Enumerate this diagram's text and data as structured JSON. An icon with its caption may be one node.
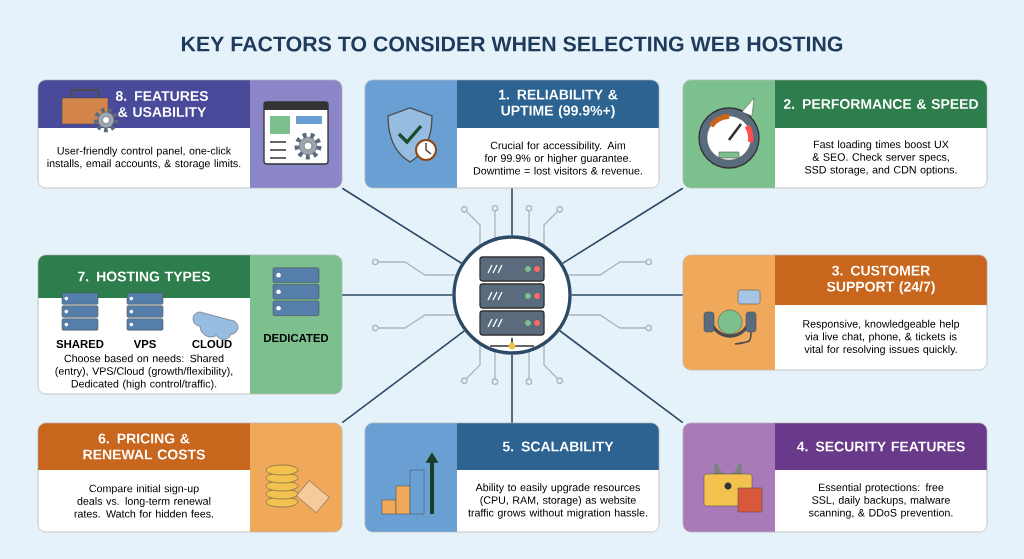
{
  "diagram": {
    "title": "KEY FACTORS TO CONSIDER WHEN SELECTING WEB HOSTING",
    "nodes": [
      {
        "text": [
          "8. FEATURES & USABILITY",
          "User-friendly control panel, one-click installs, email accounts, & storage limits."
        ]
      },
      {
        "text": [
          "1. RELIABILITY & UPTIME (99.9%+)",
          "Crucial for accessibility. Aim for 99.9% or higher guarantee. Downtime = lost visitors & revenue."
        ]
      },
      {
        "text": [
          "2. PERFORMANCE & SPEED",
          "Fast loading times boost UX & SEO. Check server specs, SSD storage, and CDN options."
        ]
      },
      {
        "text": [
          "7. HOSTING TYPES",
          "SHARED",
          "VPS",
          "CLOUD",
          "Choose based on needs: Shared (entry), VPS/Cloud (growth/flexibility), Dedicated (high control/traffic).",
          "DEDICATED"
        ]
      },
      {
        "text": [],
        "shape": "circle"
      },
      {
        "text": [
          "3. CUSTOMER SUPPORT (24/7)",
          "Responsive, knowledgeable help via live chat, phone, & tickets is vital for resolving issues quickly."
        ]
      },
      {
        "text": [
          "6. PRICING & RENEWAL COSTS",
          "Compare initial sign-up deals vs. long-term renewal rates. Watch for hidden fees."
        ]
      },
      {
        "text": [
          "5. SCALABILITY",
          "Ability to easily upgrade resources (CPU, RAM, storage) as website traffic grows without migration hassle."
        ]
      },
      {
        "text": [
          "4. SECURITY FEATURES",
          "Essential protections: free SSL, daily backups, malware scanning, & DDoS prevention."
        ]
      }
    ],
    "edges": [
      {
        "from": 4,
        "to": 0,
        "arrow": "none"
      },
      {
        "from": 4,
        "to": 1,
        "arrow": "none"
      },
      {
        "from": 4,
        "to": 2,
        "arrow": "none"
      },
      {
        "from": 4,
        "to": 3,
        "arrow": "none"
      },
      {
        "from": 4,
        "to": 5,
        "arrow": "none"
      },
      {
        "from": 4,
        "to": 6,
        "arrow": "none"
      },
      {
        "from": 4,
        "to": 7,
        "arrow": "none"
      },
      {
        "from": 4,
        "to": 8,
        "arrow": "none"
      }
    ]
  }
}
